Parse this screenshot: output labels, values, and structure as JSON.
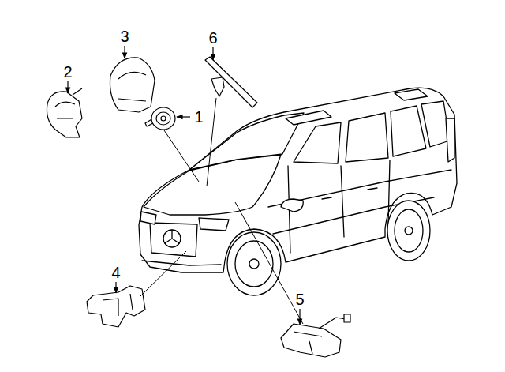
{
  "diagram": {
    "labels": [
      "3",
      "6",
      "2",
      "1",
      "4",
      "5"
    ]
  }
}
